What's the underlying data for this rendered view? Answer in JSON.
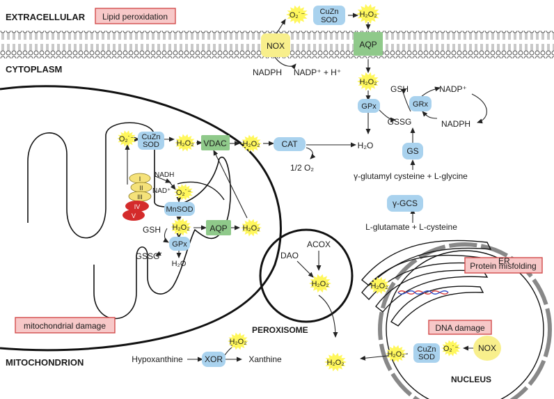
{
  "compartments": {
    "extracellular": "EXTRACELLULAR",
    "cytoplasm": "CYTOPLASM",
    "mitochondrion": "MITOCHONDRION",
    "peroxisome": "PEROXISOME",
    "nucleus": "NUCLEUS",
    "er": "ER"
  },
  "damage_labels": {
    "lipid": "Lipid peroxidation",
    "mito": "mitochondrial damage",
    "protein": "Protein misfolding",
    "dna": "DNA damage"
  },
  "enzymes": {
    "nox": "NOX",
    "aqp": "AQP",
    "cuzn": "CuZn",
    "sod": "SOD",
    "gpx": "GPx",
    "grx": "GRx",
    "cat": "CAT",
    "vdac": "VDAC",
    "mnsod": "MnSOD",
    "gs": "GS",
    "ggcs": "γ-GCS",
    "xor": "XOR"
  },
  "metabolites": {
    "o2": "O₂˙⁻",
    "h2o2": "H₂O₂",
    "nadph": "NADPH",
    "nadp_h": "NADP⁺ + H⁺",
    "nadp": "NADP⁺",
    "gsh": "GSH",
    "gssg": "GSSG",
    "h2o": "H₂O",
    "half_o2": "1/2 O₂",
    "glutamyl": "γ-glutamyl cysteine + L-glycine",
    "glutamate": "L-glutamate + L-cysteine",
    "nadh": "NADH",
    "nad": "NAD⁺",
    "dao": "DAO",
    "acox": "ACOX",
    "hypoxanthine": "Hypoxanthine",
    "xanthine": "Xanthine"
  },
  "complexes": [
    "I",
    "II",
    "III",
    "IV",
    "V"
  ],
  "colors": {
    "enzyme_blue": "#a9d2ee",
    "aqp_green": "#8fc98a",
    "nox_yellow": "#f8ef8c",
    "burst_yellow": "#fff75c",
    "complex_yellow": "#f5e27a",
    "complex_red": "#d42b2b",
    "damage_fill": "#f7c8c8",
    "damage_border": "#d24b4b",
    "membrane": "#555555"
  }
}
